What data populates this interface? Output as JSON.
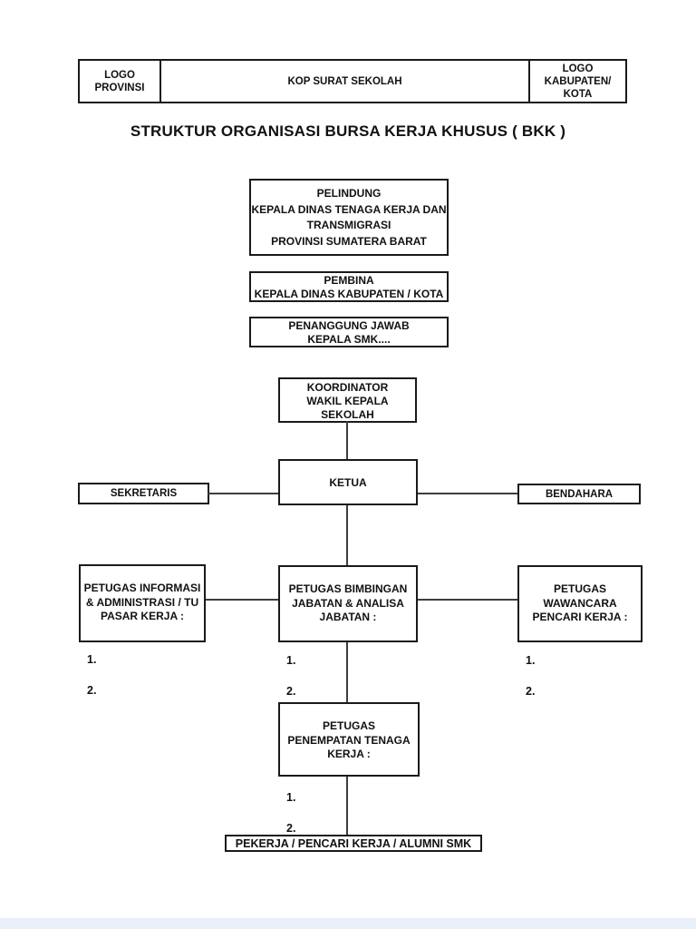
{
  "header_table": {
    "left_cell": "LOGO\nPROVINSI",
    "center_cell": "KOP SURAT SEKOLAH",
    "right_cell": "LOGO\nKABUPATEN/\nKOTA"
  },
  "title": "STRUKTUR ORGANISASI BURSA KERJA KHUSUS ( BKK )",
  "org_chart": {
    "pelindung": "PELINDUNG\nKEPALA DINAS TENAGA KERJA DAN\nTRANSMIGRASI\nPROVINSI SUMATERA BARAT",
    "pembina": "PEMBINA\nKEPALA DINAS KABUPATEN / KOTA",
    "penanggung_jawab": "PENANGGUNG JAWAB\nKEPALA SMK....",
    "koordinator": "KOORDINATOR\nWAKIL KEPALA\nSEKOLAH",
    "ketua": "KETUA",
    "sekretaris": "SEKRETARIS",
    "bendahara": "BENDAHARA",
    "petugas_informasi": {
      "heading": "PETUGAS INFORMASI\n& ADMINISTRASI / TU\nPASAR KERJA :",
      "items": [
        "1.",
        "2."
      ]
    },
    "petugas_bimbingan": {
      "heading": "PETUGAS BIMBINGAN\nJABATAN & ANALISA\nJABATAN :",
      "items": [
        "1.",
        "2."
      ]
    },
    "petugas_wawancara": {
      "heading": "PETUGAS\nWAWANCARA\nPENCARI KERJA :",
      "items": [
        "1.",
        "2."
      ]
    },
    "petugas_penempatan": {
      "heading": "PETUGAS\nPENEMPATAN TENAGA\nKERJA :",
      "items": [
        "1.",
        "2."
      ]
    },
    "pekerja": "PEKERJA / PENCARI KERJA / ALUMNI SMK"
  },
  "colors": {
    "border": "#1a1a1a",
    "connector": "#3d3d3d",
    "text": "#111111",
    "background": "#ffffff"
  }
}
